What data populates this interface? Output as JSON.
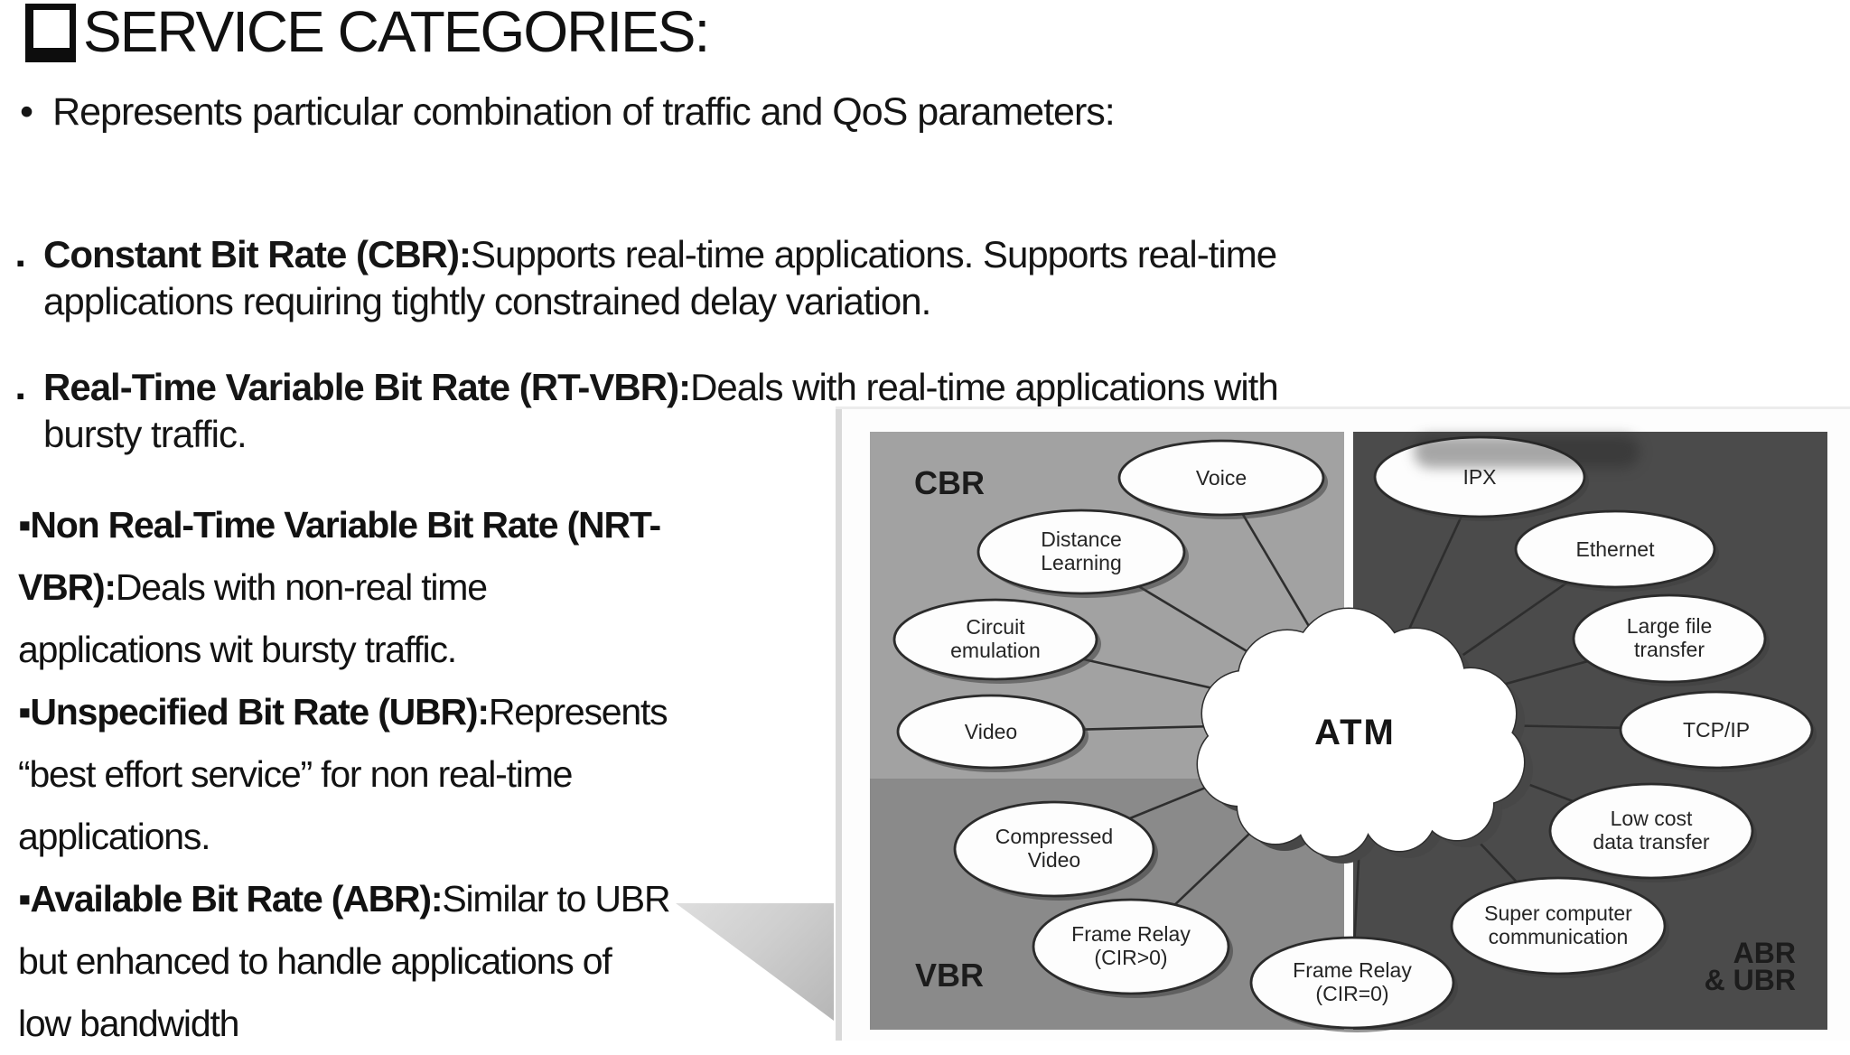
{
  "slide": {
    "title": "SERVICE CATEGORIES:",
    "intro": {
      "bullet": "•",
      "text": "Represents particular combination of traffic and QoS parameters:"
    },
    "bullet_char": "▪",
    "paras": [
      {
        "marker": "▪",
        "lines": [
          {
            "bold": "Constant Bit Rate (CBR):",
            "rest": "Supports real-time applications. Supports real-time"
          },
          {
            "bold": "",
            "rest": "applications requiring tightly constrained delay variation."
          }
        ]
      },
      {
        "marker": "▪",
        "lines": [
          {
            "bold": "Real-Time Variable Bit Rate (RT-VBR):",
            "rest": "Deals with real-time applications with"
          },
          {
            "bold": "",
            "rest": "bursty traffic."
          }
        ]
      },
      {
        "marker": "",
        "lines": [
          {
            "bold": "▪Non Real-Time Variable Bit Rate (NRT-",
            "rest": ""
          },
          {
            "bold": "VBR):",
            "rest": "Deals with non-real time"
          },
          {
            "bold": "",
            "rest": "applications wit bursty traffic."
          },
          {
            "bold": "▪Unspecified Bit Rate (UBR):",
            "rest": "Represents"
          },
          {
            "bold": "",
            "rest": "“best effort service” for non real-time"
          },
          {
            "bold": "",
            "rest": "applications."
          },
          {
            "bold": "▪Available Bit Rate (ABR):",
            "rest": "Similar to UBR"
          },
          {
            "bold": "",
            "rest": "but enhanced to handle applications of"
          },
          {
            "bold": "",
            "rest": "low bandwidth"
          }
        ]
      }
    ]
  },
  "diagram": {
    "hub": "ATM",
    "quadrants": {
      "top_left_label": "CBR",
      "bottom_left_label": "VBR",
      "bottom_right_label_line1": "ABR",
      "bottom_right_label_line2": "& UBR"
    },
    "colors": {
      "quad_light": "#a2a2a2",
      "quad_mid": "#8a8a8a",
      "quad_dark": "#4b4b4b",
      "node_fill": "#fdfdfd",
      "node_stroke": "#2b2b2b",
      "line": "#2e2e2e"
    },
    "nodes": [
      {
        "l1": "Voice",
        "l2": ""
      },
      {
        "l1": "IPX",
        "l2": ""
      },
      {
        "l1": "Distance",
        "l2": "Learning"
      },
      {
        "l1": "Ethernet",
        "l2": ""
      },
      {
        "l1": "Circuit",
        "l2": "emulation"
      },
      {
        "l1": "Large file",
        "l2": "transfer"
      },
      {
        "l1": "Video",
        "l2": ""
      },
      {
        "l1": "TCP/IP",
        "l2": ""
      },
      {
        "l1": "Compressed",
        "l2": "Video"
      },
      {
        "l1": "Low cost",
        "l2": "data transfer"
      },
      {
        "l1": "Frame Relay",
        "l2": "(CIR>0)"
      },
      {
        "l1": "Super computer",
        "l2": "communication"
      },
      {
        "l1": "Frame Relay",
        "l2": "(CIR=0)"
      }
    ]
  }
}
